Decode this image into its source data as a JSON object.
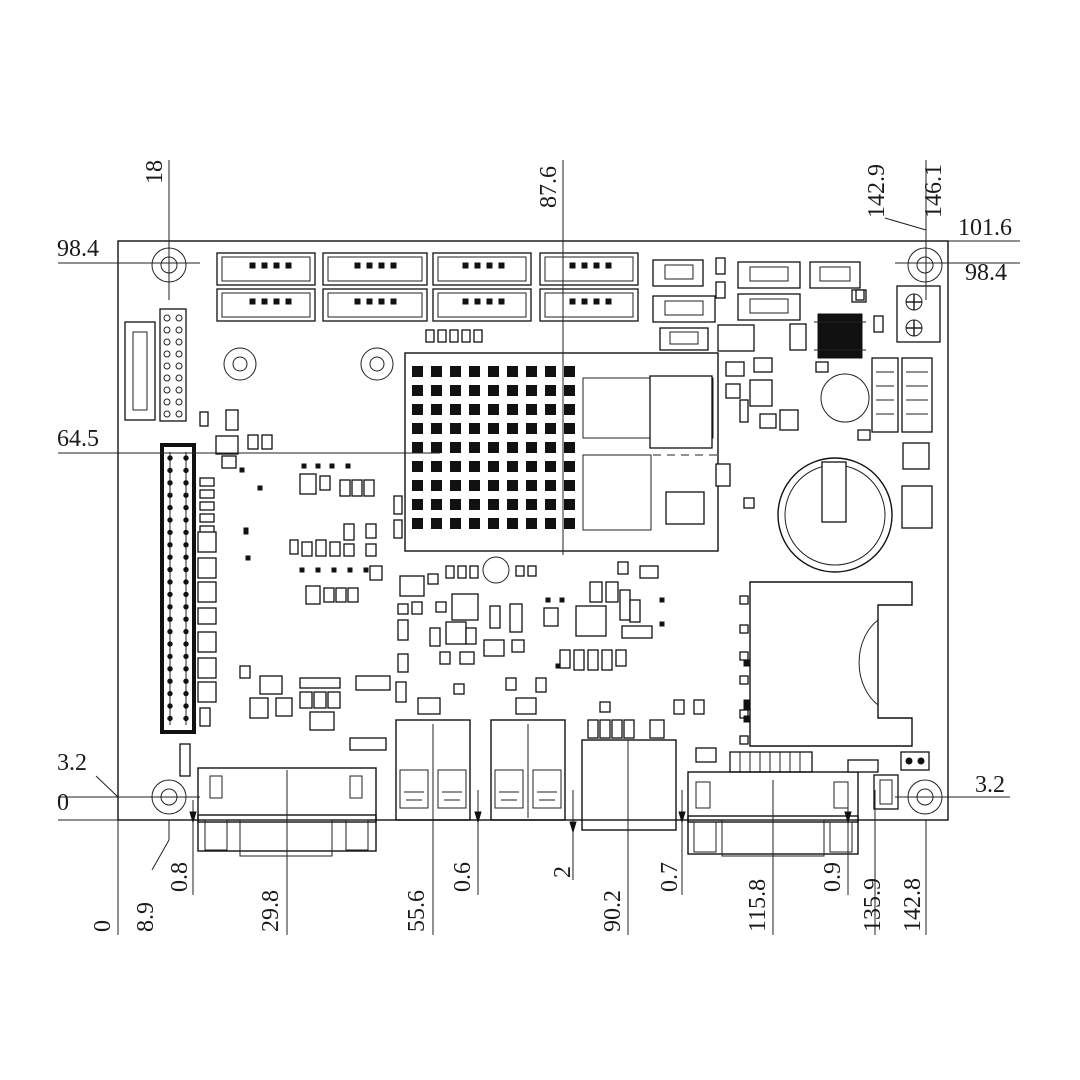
{
  "colors": {
    "ink": "#111111",
    "background": "#ffffff"
  },
  "dimensions": {
    "top": {
      "d18": "18",
      "d87_6": "87.6",
      "d142_9": "142.9",
      "d146_1": "146.1"
    },
    "left": {
      "d98_4": "98.4",
      "d64_5": "64.5",
      "d3_2": "3.2",
      "d0": "0"
    },
    "right": {
      "d101_6": "101.6",
      "d98_4": "98.4",
      "d3_2": "3.2"
    },
    "bottom": {
      "d0": "0",
      "d8_9": "8.9",
      "d0_8": "0.8",
      "d29_8": "29.8",
      "d55_6": "55.6",
      "d0_6": "0.6",
      "d2": "2",
      "d90_2": "90.2",
      "d0_7": "0.7",
      "d115_8": "115.8",
      "d0_9": "0.9",
      "d135_9": "135.9",
      "d142_8": "142.8"
    }
  }
}
